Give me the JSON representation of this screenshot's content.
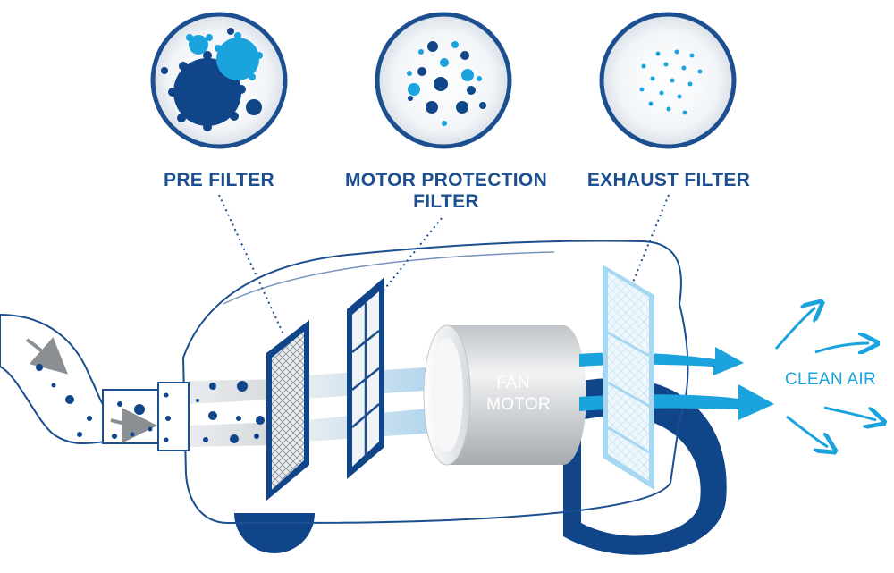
{
  "labels": {
    "pre_filter": "PRE FILTER",
    "motor_filter_line1": "MOTOR PROTECTION",
    "motor_filter_line2": "FILTER",
    "exhaust_filter": "EXHAUST FILTER",
    "fan_motor_line1": "FAN",
    "fan_motor_line2": "MOTOR",
    "clean_air": "CLEAN AIR"
  },
  "colors": {
    "dark_blue": "#1c4f8f",
    "navy": "#10458a",
    "light_blue": "#1aa3dd",
    "pale_blue": "#d8ecf8",
    "outline": "#1c4f8f"
  }
}
